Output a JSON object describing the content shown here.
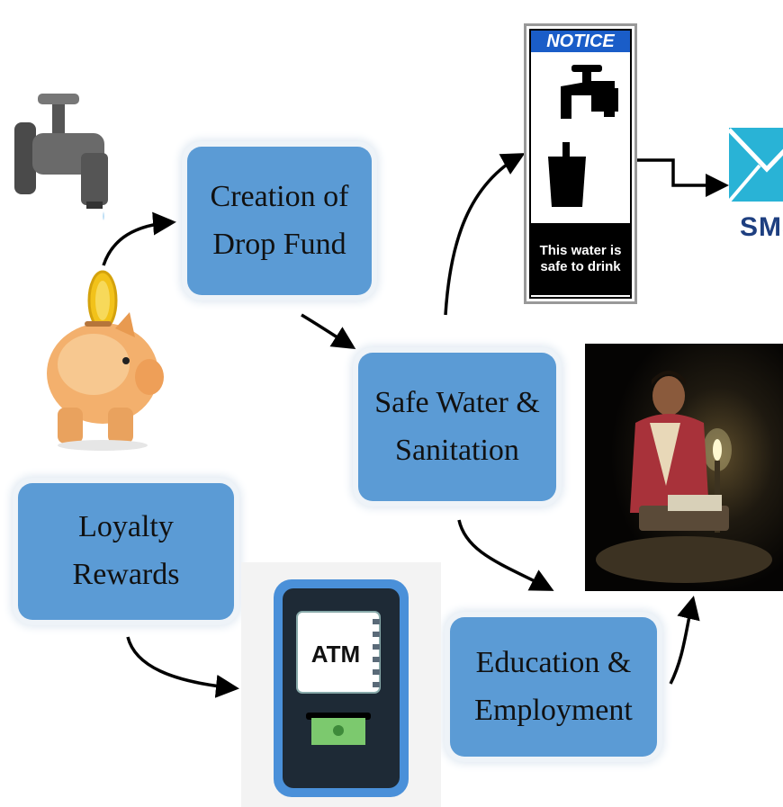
{
  "boxes": {
    "drop_fund": {
      "line1": "Creation of",
      "line2": "Drop Fund"
    },
    "safe_water": {
      "line1": "Safe Water &",
      "line2": "Sanitation"
    },
    "loyalty": {
      "line1": "Loyalty",
      "line2": "Rewards"
    },
    "education": {
      "line1": "Education &",
      "line2": "Employment"
    }
  },
  "notice": {
    "header": "NOTICE",
    "line1": "This water is",
    "line2": "safe to drink"
  },
  "sms": {
    "label": "SMS"
  },
  "atm": {
    "label": "ATM"
  },
  "icons": [
    "water-tap-icon",
    "piggy-bank-icon",
    "gold-coin-icon",
    "notice-sign-icon",
    "sms-envelope-icon",
    "atm-machine-icon",
    "child-studying-photo"
  ],
  "colors": {
    "box_fill": "#5b9bd5",
    "arrow": "#000000",
    "notice_blue": "#1a5dc8",
    "sms_cyan": "#29b3d6",
    "atm_frame": "#4a90d9",
    "coin_gold": "#f2c21a",
    "piggy": "#f3b06d"
  }
}
